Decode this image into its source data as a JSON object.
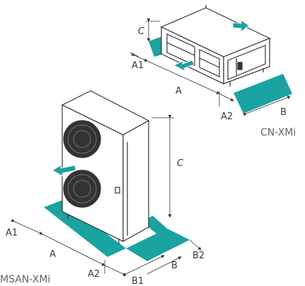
{
  "colors": {
    "clearance": "#1aa3a0",
    "outline": "#333333",
    "body": "#ffffff",
    "arrow": "#1aa3a0",
    "fan_dark": "#333333"
  },
  "top_unit": {
    "model": "CN-XMi",
    "labels": {
      "c": "C",
      "a1": "A1",
      "a": "A",
      "a2": "A2",
      "b": "B"
    }
  },
  "bottom_unit": {
    "model": "MSAN-XMi",
    "labels": {
      "c": "C",
      "a1": "A1",
      "a": "A",
      "a2": "A2",
      "b": "B",
      "b1": "B1",
      "b2": "B2"
    }
  }
}
